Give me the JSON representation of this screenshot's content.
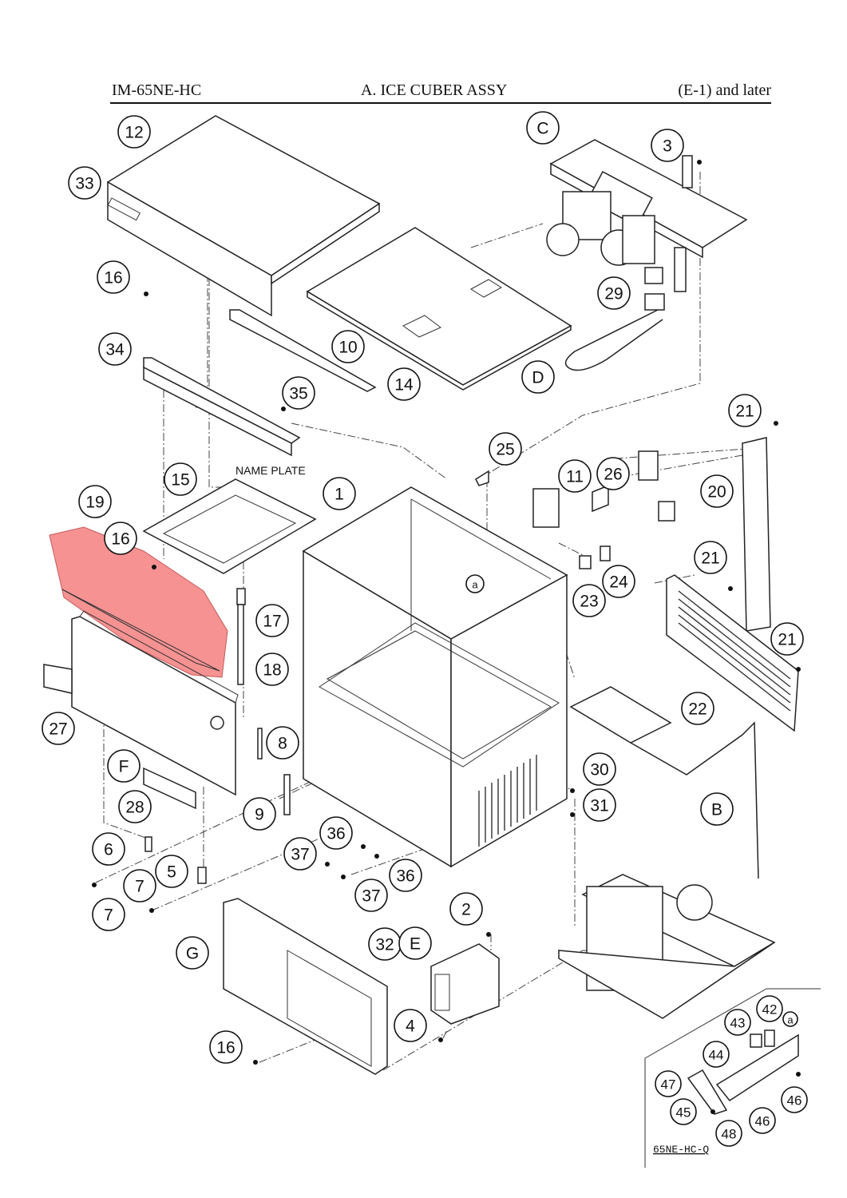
{
  "header": {
    "model": "IM-65NE-HC",
    "title": "A. ICE CUBER ASSY",
    "serial": "(E-1) and later"
  },
  "labels": {
    "name_plate": "NAME PLATE",
    "inset_code": "65NE-HC-Q"
  },
  "highlight": {
    "part": "19",
    "color": "#f47f7f"
  },
  "callouts": [
    "12",
    "33",
    "16",
    "34",
    "10",
    "35",
    "14",
    "C",
    "3",
    "29",
    "D",
    "25",
    "11",
    "26",
    "21",
    "20",
    "15",
    "19",
    "1",
    "16",
    "a",
    "23",
    "24",
    "21",
    "21",
    "17",
    "18",
    "22",
    "27",
    "8",
    "F",
    "30",
    "9",
    "28",
    "31",
    "B",
    "6",
    "36",
    "37",
    "5",
    "36",
    "7",
    "37",
    "7",
    "2",
    "32",
    "E",
    "G",
    "4",
    "16",
    "42",
    "a",
    "43",
    "44",
    "47",
    "46",
    "45",
    "48",
    "46"
  ]
}
